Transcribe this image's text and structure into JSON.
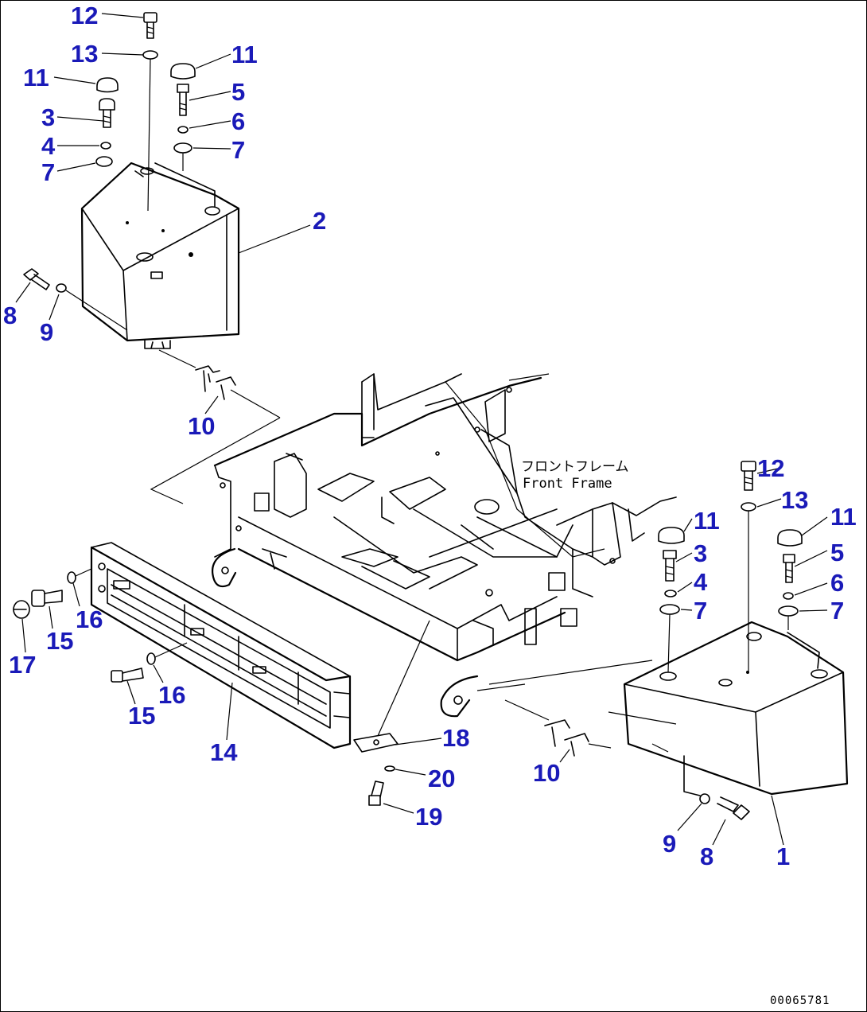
{
  "callouts": {
    "c12a": "12",
    "c13a": "13",
    "c11a": "11",
    "c11b": "11",
    "c5a": "5",
    "c3a": "3",
    "c6a": "6",
    "c4a": "4",
    "c7a": "7",
    "c7b": "7",
    "c2": "2",
    "c8a": "8",
    "c9a": "9",
    "c10a": "10",
    "c12b": "12",
    "c13b": "13",
    "c11c": "11",
    "c11d": "11",
    "c3b": "3",
    "c5b": "5",
    "c4b": "4",
    "c6b": "6",
    "c7c": "7",
    "c7d": "7",
    "c16a": "16",
    "c15a": "15",
    "c17": "17",
    "c16b": "16",
    "c15b": "15",
    "c14": "14",
    "c18": "18",
    "c20": "20",
    "c19": "19",
    "c10b": "10",
    "c9b": "9",
    "c8b": "8",
    "c1": "1"
  },
  "frame_label": {
    "jp": "フロントフレーム",
    "en": "Front Frame"
  },
  "drawing_number": "00065781",
  "colors": {
    "callout": "#1a1ab8",
    "line": "#000000",
    "background": "#ffffff"
  }
}
